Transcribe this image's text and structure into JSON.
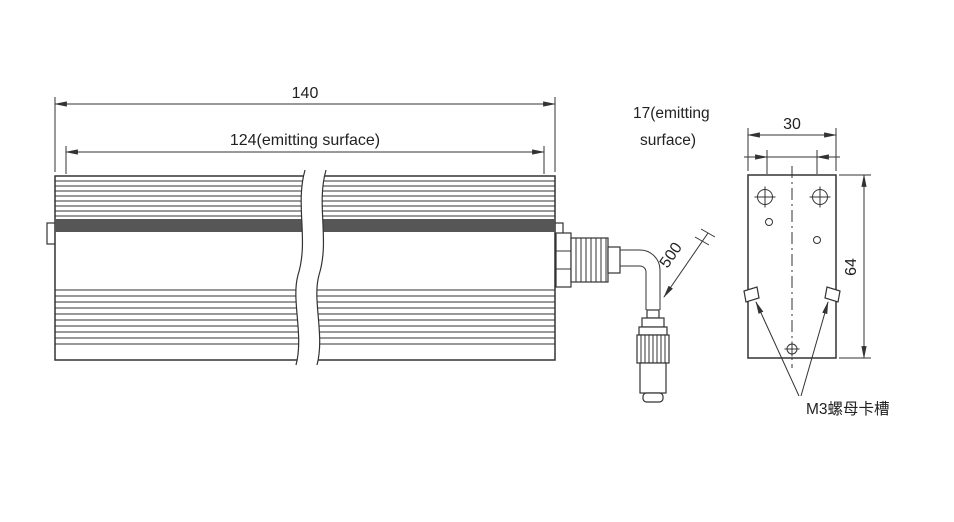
{
  "drawing": {
    "line_color": "#333333",
    "front_view": {
      "overall_width": "140",
      "emitting_surface": "124(emitting surface)",
      "cable_length": "500"
    },
    "end_view": {
      "width": "30",
      "emitting_width_line1": "17(emitting",
      "emitting_width_line2": "surface)",
      "height": "64",
      "nut_slot_label": "M3螺母卡槽"
    }
  }
}
